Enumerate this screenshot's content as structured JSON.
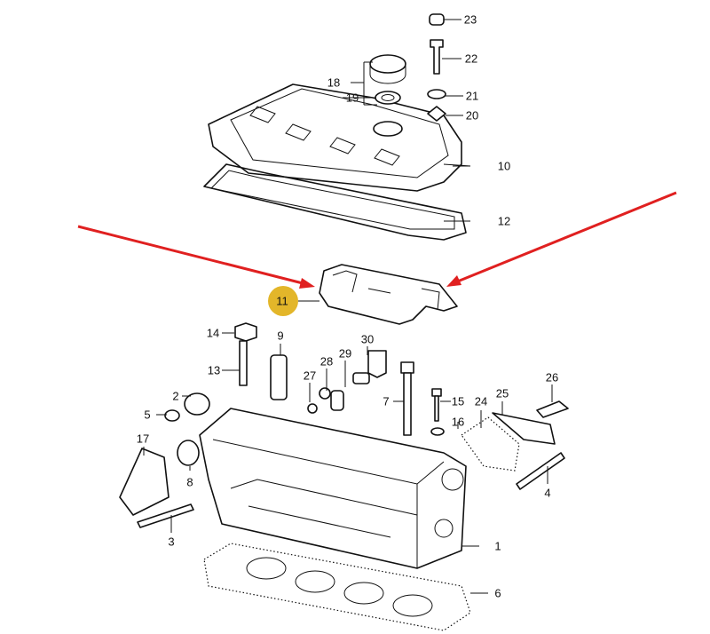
{
  "diagram": {
    "highlight_color": "#e3b62a",
    "arrow_color": "#e02020",
    "highlighted_part": "11",
    "labels": {
      "p1": "1",
      "p2": "2",
      "p3": "3",
      "p4": "4",
      "p5": "5",
      "p6": "6",
      "p7": "7",
      "p8": "8",
      "p9": "9",
      "p10": "10",
      "p11": "11",
      "p12": "12",
      "p13": "13",
      "p14": "14",
      "p15": "15",
      "p16": "16",
      "p17": "17",
      "p18": "18",
      "p19": "19",
      "p20": "20",
      "p21": "21",
      "p22": "22",
      "p23": "23",
      "p24": "24",
      "p25": "25",
      "p26": "26",
      "p27": "27",
      "p28": "28",
      "p29": "29",
      "p30": "30"
    }
  }
}
